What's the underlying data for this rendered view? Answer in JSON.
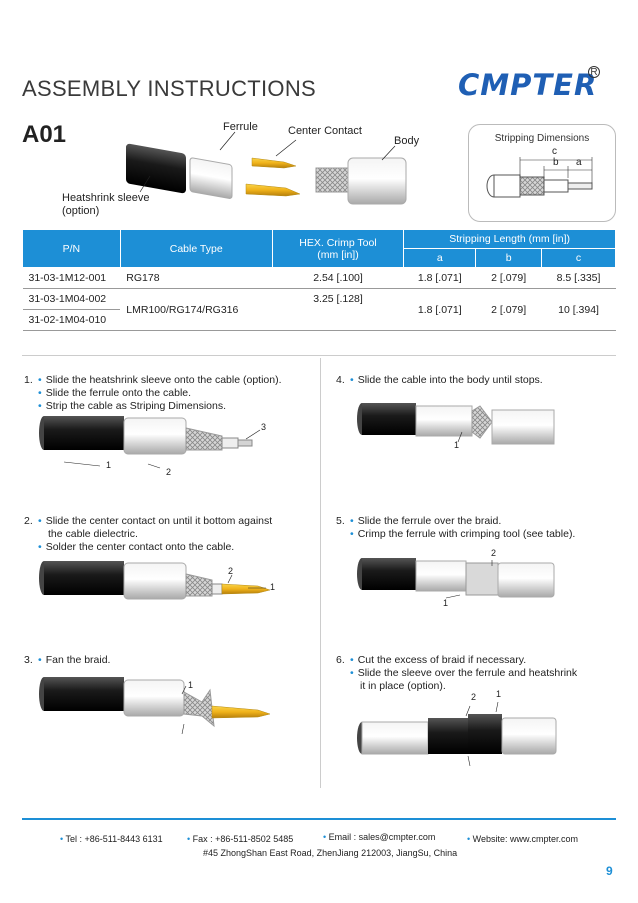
{
  "header": {
    "title": "ASSEMBLY INSTRUCTIONS",
    "logo_text": "CMPTER",
    "logo_reg": "R",
    "model": "A01"
  },
  "parts": {
    "ferrule": "Ferrule",
    "center_contact": "Center Contact",
    "body": "Body",
    "heatshrink": "Heatshrink sleeve",
    "heatshrink_option": "(option)"
  },
  "stripping": {
    "title": "Stripping Dimensions",
    "c": "c",
    "b": "b",
    "a": "a"
  },
  "table": {
    "headers": {
      "pn": "P/N",
      "cable_type": "Cable Type",
      "hex_crimp": "HEX. Crimp Tool",
      "hex_unit": "(mm [in])",
      "strip_len": "Stripping Length (mm [in])",
      "a": "a",
      "b": "b",
      "c": "c"
    },
    "rows": [
      {
        "pn": "31-03-1M12-001",
        "cable": "RG178",
        "hex": "2.54 [.100]",
        "a": "1.8 [.071]",
        "b": "2 [.079]",
        "c": "8.5 [.335]"
      },
      {
        "pn": "31-03-1M04-002",
        "cable": "LMR100/RG174/RG316",
        "hex": "3.25 [.128]",
        "a": "1.8 [.071]",
        "b": "2 [.079]",
        "c": "10 [.394]"
      },
      {
        "pn": "31-02-1M04-010"
      }
    ]
  },
  "steps": {
    "s1": {
      "num": "1.",
      "lines": [
        "Slide the heatshrink sleeve onto the cable (option).",
        "Slide the ferrule onto the cable.",
        "Strip the cable as Striping Dimensions."
      ],
      "c1": "1",
      "c2": "2",
      "c3": "3"
    },
    "s2": {
      "num": "2.",
      "lines": [
        "Slide the center contact on until it bottom against",
        "the cable dielectric.",
        "Solder the center contact onto the cable."
      ],
      "c1": "1",
      "c2": "2"
    },
    "s3": {
      "num": "3.",
      "lines": [
        "Fan the braid."
      ],
      "c1": "1"
    },
    "s4": {
      "num": "4.",
      "lines": [
        "Slide the cable into the body until stops."
      ],
      "c1": "1"
    },
    "s5": {
      "num": "5.",
      "lines": [
        "Slide the ferrule over the braid.",
        "Crimp the ferrule with crimping tool (see table)."
      ],
      "c1": "1",
      "c2": "2"
    },
    "s6": {
      "num": "6.",
      "lines": [
        "Cut the excess of braid if necessary.",
        "Slide the sleeve over the ferrule and heatshrink",
        "it in place (option)."
      ],
      "c1": "1",
      "c2": "2"
    }
  },
  "footer": {
    "tel": "Tel : +86-511-8443 6131",
    "fax": "Fax : +86-511-8502 5485",
    "email": "Email : sales@cmpter.com",
    "website": "Website:  www.cmpter.com",
    "address": "#45 ZhongShan East Road, ZhenJiang  212003, JiangSu, China",
    "page": "9"
  },
  "colors": {
    "accent": "#1d8fd6",
    "logo": "#1f5fb4",
    "gold": "#e8b21e"
  }
}
